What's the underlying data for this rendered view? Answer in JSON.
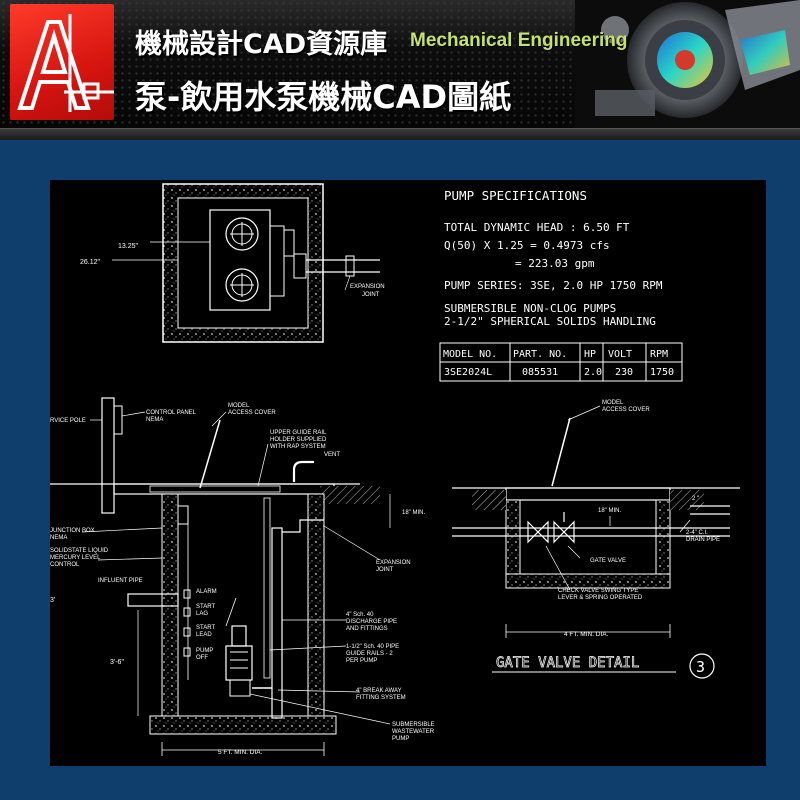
{
  "header": {
    "title_cn": "機械設計CAD資源庫",
    "title_en": "Mechanical Engineering",
    "subtitle": "泵-飲用水泵機械CAD圖紙",
    "colors": {
      "logo_red": "#e01b14",
      "title_en_green": "#c6e26a",
      "frame_blue": "#0f3e6c"
    }
  },
  "specs": {
    "heading": "PUMP SPECIFICATIONS",
    "line1": "TOTAL DYNAMIC HEAD : 6.50 FT",
    "line2": "Q(50) X 1.25 = 0.4973 cfs",
    "line3": "= 223.03 gpm",
    "line4": "PUMP SERIES: 3SE, 2.0 HP 1750 RPM",
    "line5": "SUBMERSIBLE NON-CLOG PUMPS",
    "line6": "2-1/2\" SPHERICAL SOLIDS HANDLING",
    "table": {
      "headers": [
        "MODEL NO.",
        "PART. NO.",
        "HP",
        "VOLT",
        "RPM"
      ],
      "row": [
        "3SE2024L",
        "085531",
        "2.0",
        "230",
        "1750"
      ]
    }
  },
  "plan": {
    "dim_a": "13.25\"",
    "dim_b": "26.12\"",
    "expansion_joint": [
      "EXPANSION",
      "JOINT"
    ]
  },
  "section": {
    "service_pole": "RVICE POLE",
    "control_panel": [
      "CONTROL PANEL",
      "NEMA"
    ],
    "access_cover": [
      "MODEL",
      "ACCESS COVER"
    ],
    "guide_rail": [
      "UPPER GUIDE RAIL",
      "HOLDER SUPPLIED",
      "WITH RAP SYSTEM"
    ],
    "vent": "VENT",
    "min_18": "18\" MIN.",
    "junction_box": [
      "JUNCTION BOX",
      "NEMA"
    ],
    "level_control": [
      "SOLIDSTATE LIQUID",
      "MERCURY LEVEL",
      "CONTROL"
    ],
    "influent_pipe": "INFLUENT PIPE",
    "expansion_joint": [
      "EXPANSION",
      "JOINT"
    ],
    "alarm": "ALARM",
    "start_lag": [
      "START",
      "LAG"
    ],
    "start_lead": [
      "START",
      "LEAD"
    ],
    "pump_off": [
      "PUMP",
      "OFF"
    ],
    "discharge": [
      "4\" Sch. 40",
      "DISCHARGE PIPE",
      "AND FITTINGS"
    ],
    "guide_rails": [
      "1-1/2\" Sch. 40 PIPE",
      "GUIDE RAILS - 2",
      "PER PUMP"
    ],
    "breakaway": [
      "4\" BREAK AWAY",
      "FITTING SYSTEM"
    ],
    "submersible": [
      "SUBMERSIBLE",
      "WASTEWATER",
      "PUMP"
    ],
    "dim_3": "3'",
    "dim_3_6": "3'-6\"",
    "width_dim": "5 FT. MIN. DIA."
  },
  "gate_valve": {
    "access_cover": [
      "MODEL",
      "ACCESS COVER"
    ],
    "min_18": "18\" MIN.",
    "pipe_size": "2 \"",
    "drain": [
      "2-4\" C.I.",
      "DRAIN PIPE"
    ],
    "gate_valve_label": "GATE VALVE",
    "check_valve": [
      "CHECK VALVE SWING TYPE",
      "LEVER & SPRING OPERATED"
    ],
    "width_dim": "4 FT. MIN. DIA.",
    "title": "GATE VALVE DETAIL",
    "number": "3"
  }
}
